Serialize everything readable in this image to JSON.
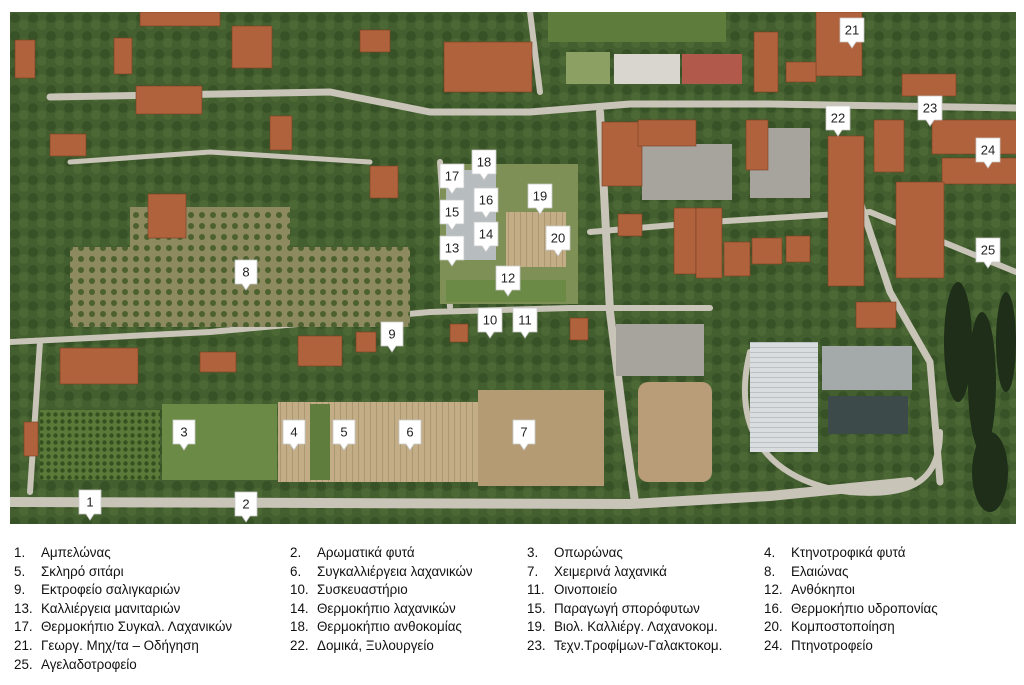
{
  "map": {
    "markers": [
      {
        "num": "1"
      },
      {
        "num": "2"
      },
      {
        "num": "3"
      },
      {
        "num": "4"
      },
      {
        "num": "5"
      },
      {
        "num": "6"
      },
      {
        "num": "7"
      },
      {
        "num": "8"
      },
      {
        "num": "9"
      },
      {
        "num": "10"
      },
      {
        "num": "11"
      },
      {
        "num": "12"
      },
      {
        "num": "13"
      },
      {
        "num": "14"
      },
      {
        "num": "15"
      },
      {
        "num": "16"
      },
      {
        "num": "17"
      },
      {
        "num": "18"
      },
      {
        "num": "19"
      },
      {
        "num": "20"
      },
      {
        "num": "21"
      },
      {
        "num": "22"
      },
      {
        "num": "23"
      },
      {
        "num": "24"
      },
      {
        "num": "25"
      }
    ]
  },
  "legend": {
    "items": [
      {
        "num": "1.",
        "label": "Αμπελώνας"
      },
      {
        "num": "2.",
        "label": "Αρωματικά φυτά"
      },
      {
        "num": "3.",
        "label": "Οπωρώνας"
      },
      {
        "num": "4.",
        "label": "Κτηνοτροφικά φυτά"
      },
      {
        "num": "5.",
        "label": "Σκληρό σιτάρι"
      },
      {
        "num": "6.",
        "label": "Συγκαλλιέργεια λαχανικών"
      },
      {
        "num": "7.",
        "label": "Χειμερινά λαχανικά"
      },
      {
        "num": "8.",
        "label": "Ελαιώνας"
      },
      {
        "num": "9.",
        "label": "Εκτροφείο σαλιγκαριών"
      },
      {
        "num": "10.",
        "label": "Συσκευαστήριο"
      },
      {
        "num": "11.",
        "label": "Οινοποιείο"
      },
      {
        "num": "12.",
        "label": "Ανθόκηποι"
      },
      {
        "num": "13.",
        "label": "Καλλιέργεια μανιταριών"
      },
      {
        "num": "14.",
        "label": "Θερμοκήπιο λαχανικών"
      },
      {
        "num": "15.",
        "label": "Παραγωγή σπορόφυτων"
      },
      {
        "num": "16.",
        "label": "Θερμοκήπιο υδροπονίας"
      },
      {
        "num": "17.",
        "label": "Θερμοκήπιο Συγκαλ. Λαχανικών"
      },
      {
        "num": "18.",
        "label": "Θερμοκήπιο ανθοκομίας"
      },
      {
        "num": "19.",
        "label": "Βιολ. Καλλιέργ. Λαχανοκομ."
      },
      {
        "num": "20.",
        "label": "Κομποστοποίηση"
      },
      {
        "num": "21.",
        "label": "Γεωργ. Μηχ/τα – Οδήγηση"
      },
      {
        "num": "22.",
        "label": "Δομικά, Ξυλουργείο"
      },
      {
        "num": "23.",
        "label": "Τεχν.Τροφίμων-Γαλακτοκομ."
      },
      {
        "num": "24.",
        "label": "Πτηνοτροφείο"
      },
      {
        "num": "25.",
        "label": "Αγελαδοτροφείο"
      }
    ]
  },
  "colors": {
    "vegetation": "#4f6b37",
    "trees": "#2f4a24",
    "roof": "#b0623c",
    "road": "#c8c4b8",
    "field": "#b9a27c",
    "marker_bg": "#ffffff"
  }
}
